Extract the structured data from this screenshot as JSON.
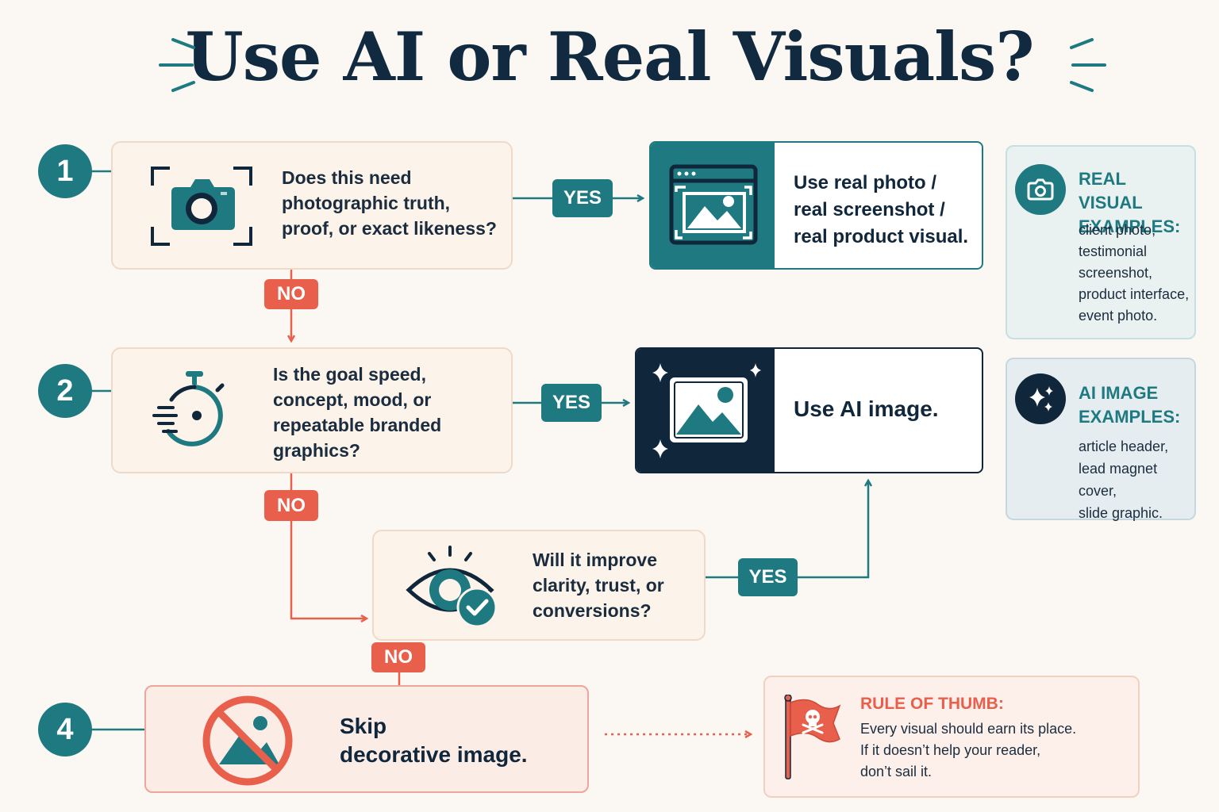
{
  "title": "Use AI or Real Visuals?",
  "colors": {
    "teal": "#1e7a80",
    "navy": "#10263b",
    "coral": "#e8604c",
    "background": "#fbf8f3"
  },
  "steps": [
    {
      "number": "1",
      "icon": "camera-icon",
      "question": [
        "Does this need",
        "photographic truth,",
        "proof, or exact likeness?"
      ]
    },
    {
      "number": "2",
      "icon": "stopwatch-icon",
      "question": [
        "Is the goal speed,",
        "concept, mood, or",
        "repeatable branded",
        "graphics?"
      ]
    },
    {
      "icon": "eye-check-icon",
      "question": [
        "Will it improve",
        "clarity, trust, or",
        "conversions?"
      ]
    },
    {
      "number": "4",
      "icon": "no-image-icon",
      "result": [
        "Skip",
        "decorative image."
      ]
    }
  ],
  "labels": {
    "yes": "YES",
    "no": "NO"
  },
  "results": {
    "real": {
      "icon": "browser-image-icon",
      "lines": [
        "Use real photo /",
        "real screenshot /",
        "real product visual."
      ]
    },
    "ai": {
      "icon": "sparkle-image-icon",
      "text": "Use AI image."
    }
  },
  "examples": {
    "real": {
      "icon": "camera-icon",
      "title": [
        "REAL VISUAL",
        "EXAMPLES:"
      ],
      "items": [
        "client photo,",
        "testimonial",
        "screenshot,",
        "product interface,",
        "event photo."
      ]
    },
    "ai": {
      "icon": "sparkles-icon",
      "title": [
        "AI IMAGE",
        "EXAMPLES:"
      ],
      "items": [
        "article header,",
        "lead magnet cover,",
        "slide graphic."
      ]
    }
  },
  "rule_of_thumb": {
    "icon": "pirate-flag-icon",
    "title": "RULE OF THUMB:",
    "lines": [
      "Every visual should earn its place.",
      "If it doesn’t help your reader,",
      "don’t sail it."
    ]
  }
}
